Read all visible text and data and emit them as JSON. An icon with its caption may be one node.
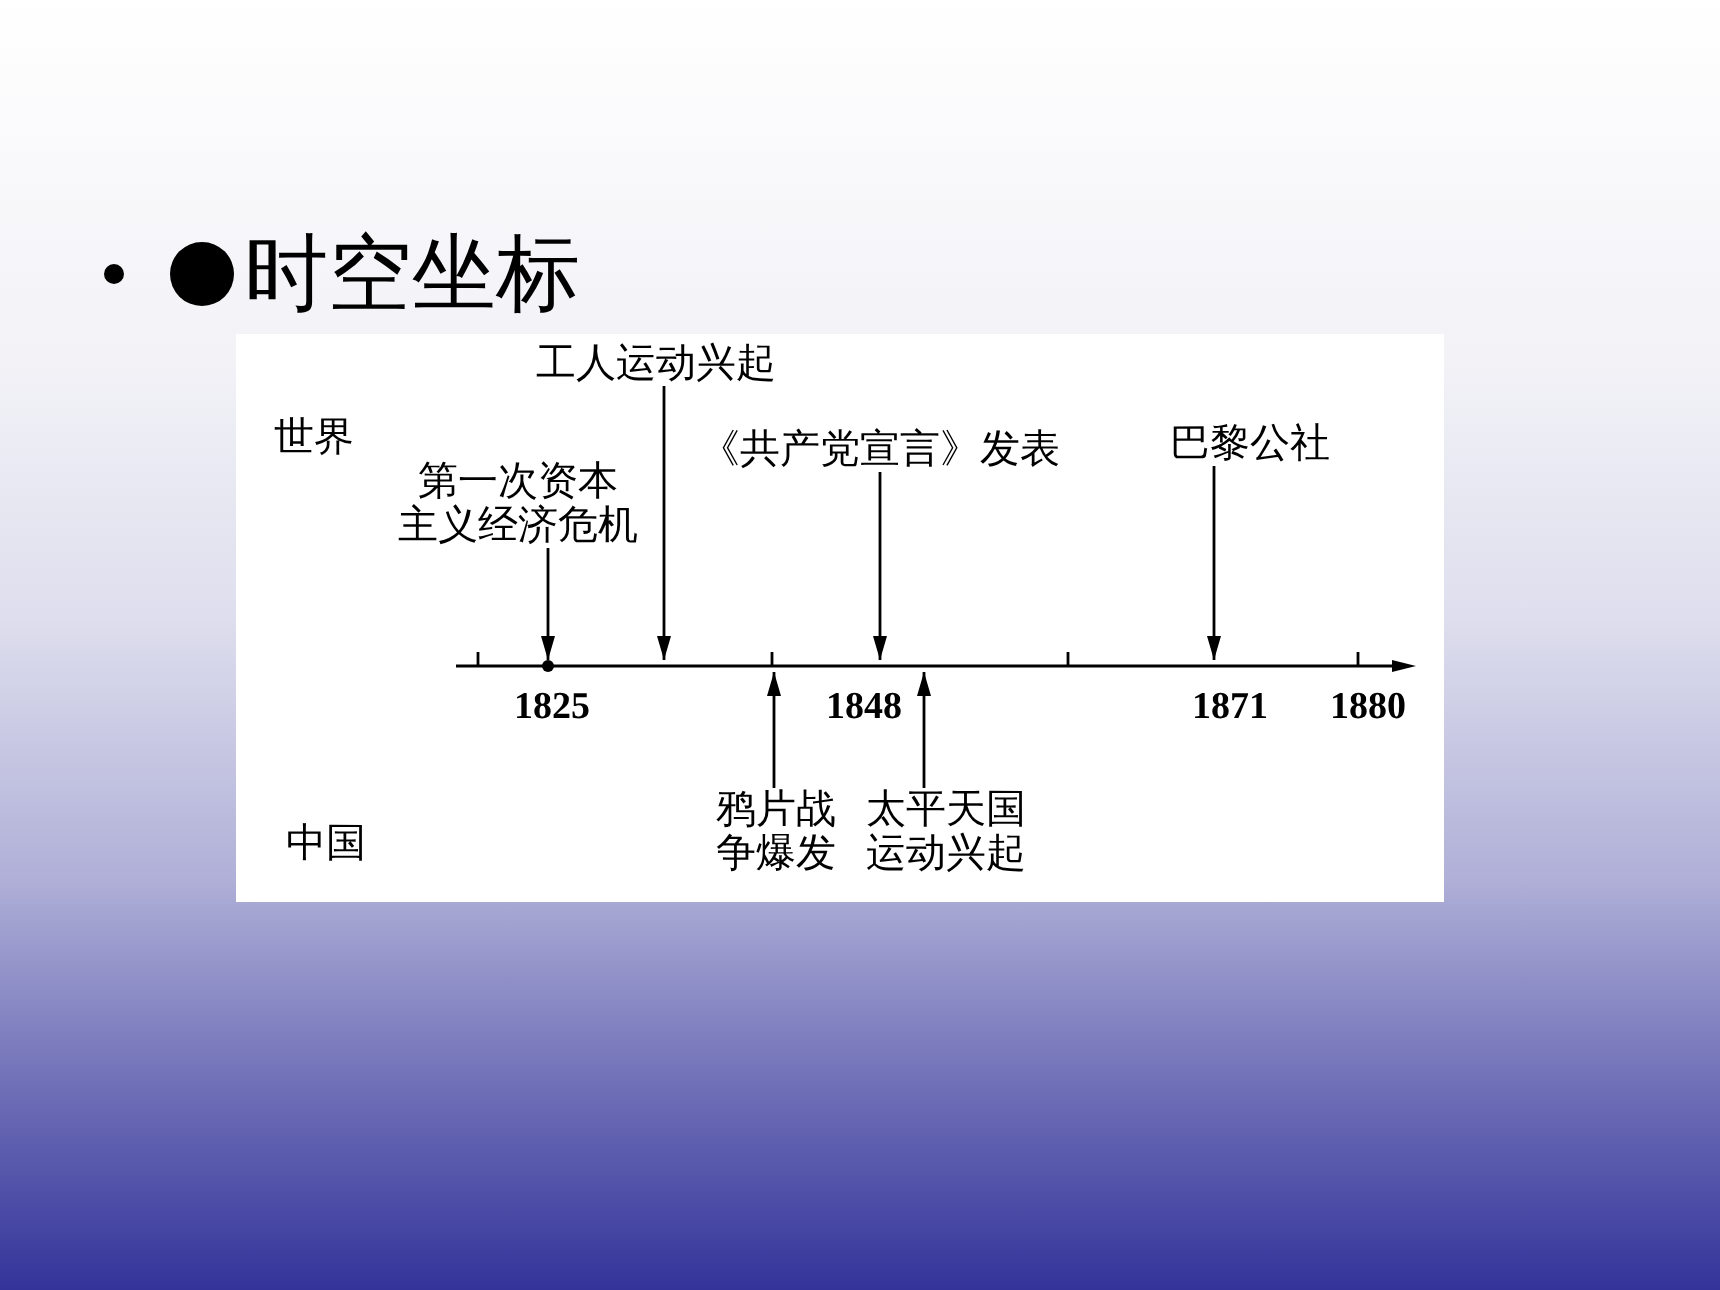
{
  "diagram": {
    "title": "时空坐标",
    "nodes": [
      {
        "text": [
          "工人运动兴起"
        ]
      },
      {
        "text": [
          "第一次资本主义经济危机"
        ]
      },
      {
        "text": [
          "《共产党宣言》发表"
        ]
      },
      {
        "text": [
          "巴黎公社"
        ]
      },
      {
        "text": [],
        "shape": "arrow"
      },
      {
        "text": [],
        "shape": "circle",
        "in": 4
      },
      {
        "text": [
          "鸦片战争爆发"
        ]
      },
      {
        "text": [
          "太平天国运动兴起"
        ]
      }
    ],
    "edges": [
      {
        "from": 0,
        "to": 4,
        "arrow": "to"
      },
      {
        "from": 1,
        "to": 5,
        "arrow": "to"
      },
      {
        "from": 2,
        "to": 4,
        "arrow": "to"
      },
      {
        "from": 3,
        "to": 4,
        "arrow": "to"
      },
      {
        "from": 6,
        "to": 4,
        "arrow": "to"
      },
      {
        "from": 7,
        "to": 4,
        "arrow": "to"
      }
    ],
    "labels": [
      "世界",
      "1825",
      "1848",
      "1871",
      "1880",
      "中国"
    ]
  }
}
